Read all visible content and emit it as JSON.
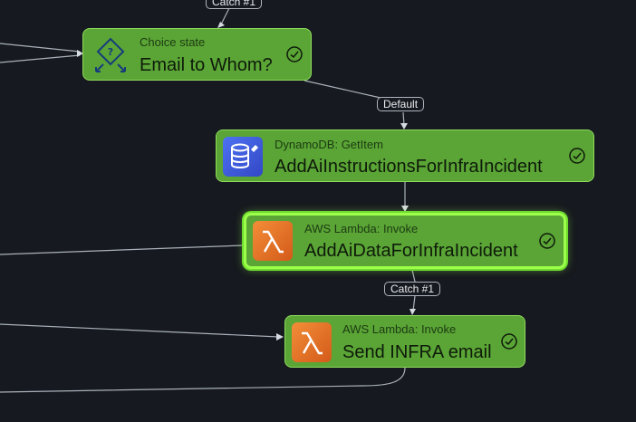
{
  "edge_labels": {
    "catch_top": "Catch #1",
    "default": "Default",
    "catch_mid": "Catch #1"
  },
  "nodes": {
    "choice": {
      "kind": "Choice state",
      "title": "Email to Whom?",
      "icon": "choice-state-icon",
      "status": "succeeded"
    },
    "dynamo": {
      "kind": "DynamoDB: GetItem",
      "title": "AddAiInstructionsForInfraIncident",
      "icon": "dynamodb-icon",
      "status": "succeeded"
    },
    "lambda_data": {
      "kind": "AWS Lambda: Invoke",
      "title": "AddAiDataForInfraIncident",
      "icon": "lambda-icon",
      "status": "succeeded",
      "selected": true
    },
    "lambda_email": {
      "kind": "AWS Lambda: Invoke",
      "title": "Send INFRA email",
      "icon": "lambda-icon",
      "status": "succeeded"
    }
  },
  "colors": {
    "canvas": "#16191f",
    "node_fill": "#5aa536",
    "node_border": "#8fdb5d",
    "selected_border": "#9cff4a",
    "edge": "#aab1bb"
  }
}
